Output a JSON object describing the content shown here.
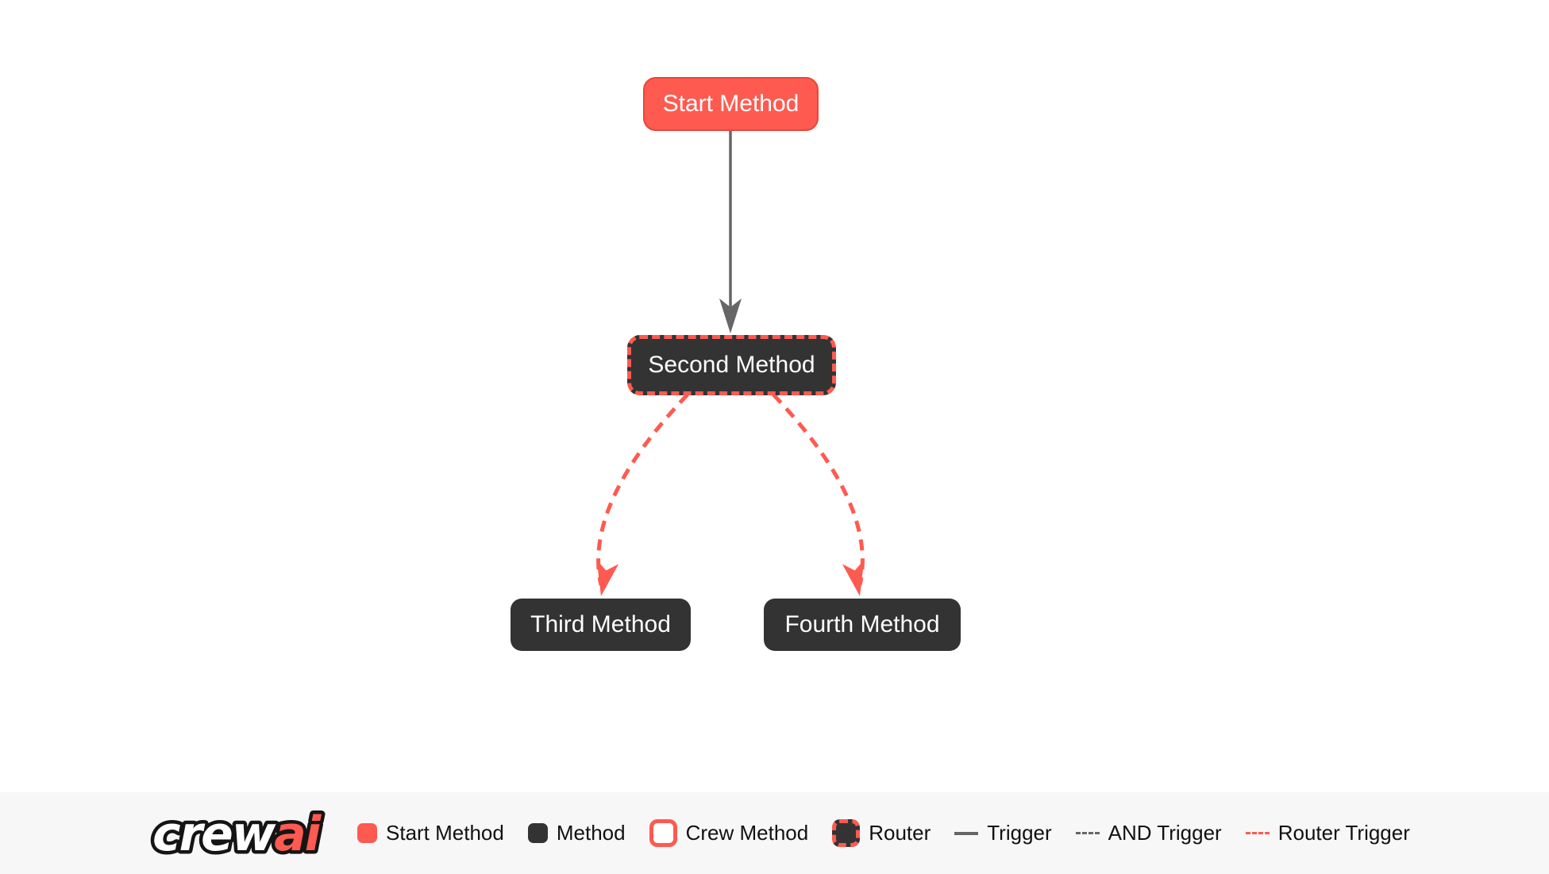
{
  "colors": {
    "accent": "#FF5A50",
    "accent_border": "#EA453B",
    "dark": "#333333",
    "line_gray": "#666666",
    "canvas_bg": "#FFFFFF",
    "legend_bg": "#F7F7F8",
    "node_text": "#FFFFFF",
    "legend_text": "#111111"
  },
  "flow": {
    "nodes": [
      {
        "id": "start_method",
        "label": "Start Method",
        "type": "start-method"
      },
      {
        "id": "second_method",
        "label": "Second Method",
        "type": "router"
      },
      {
        "id": "third_method",
        "label": "Third Method",
        "type": "method"
      },
      {
        "id": "fourth_method",
        "label": "Fourth Method",
        "type": "method"
      }
    ],
    "edges": [
      {
        "from": "start_method",
        "to": "second_method",
        "style": "trigger"
      },
      {
        "from": "second_method",
        "to": "third_method",
        "style": "router-trigger"
      },
      {
        "from": "second_method",
        "to": "fourth_method",
        "style": "router-trigger"
      }
    ]
  },
  "legend": {
    "logo": {
      "part1": "crew",
      "part2": "ai"
    },
    "items": [
      {
        "label": "Start Method",
        "swatch": "start-method-swatch"
      },
      {
        "label": "Method",
        "swatch": "method-swatch"
      },
      {
        "label": "Crew Method",
        "swatch": "crew-method-swatch"
      },
      {
        "label": "Router",
        "swatch": "router-swatch"
      },
      {
        "label": "Trigger",
        "swatch": "trigger-line"
      },
      {
        "label": "AND Trigger",
        "swatch": "and-trigger-line"
      },
      {
        "label": "Router Trigger",
        "swatch": "router-trigger-line"
      }
    ]
  }
}
